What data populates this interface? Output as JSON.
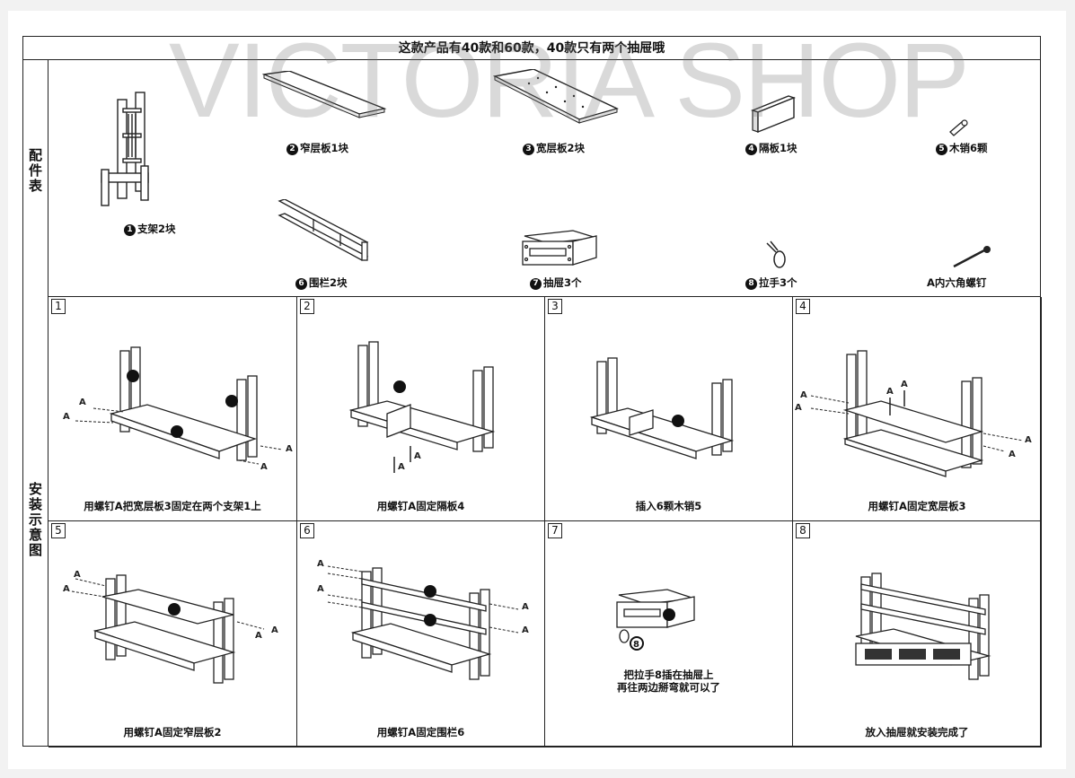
{
  "title": "这款产品有40款和60款，40款只有两个抽屉哦",
  "sections": {
    "parts": [
      "配",
      "件",
      "表"
    ],
    "assembly": [
      "安",
      "装",
      "示",
      "意",
      "图"
    ]
  },
  "parts": [
    {
      "num": "1",
      "label": "支架2块"
    },
    {
      "num": "2",
      "label": "窄层板1块"
    },
    {
      "num": "3",
      "label": "宽层板2块"
    },
    {
      "num": "4",
      "label": "隔板1块"
    },
    {
      "num": "5",
      "label": "木销6颗"
    },
    {
      "num": "6",
      "label": "围栏2块"
    },
    {
      "num": "7",
      "label": "抽屉3个"
    },
    {
      "num": "8",
      "label": "拉手3个"
    },
    {
      "num": "",
      "label": "A内六角螺钉"
    }
  ],
  "steps": [
    {
      "num": "1",
      "caption": "用螺钉A把宽层板3固定在两个支架1上"
    },
    {
      "num": "2",
      "caption": "用螺钉A固定隔板4"
    },
    {
      "num": "3",
      "caption": "插入6颗木销5"
    },
    {
      "num": "4",
      "caption": "用螺钉A固定宽层板3"
    },
    {
      "num": "5",
      "caption": "用螺钉A固定窄层板2"
    },
    {
      "num": "6",
      "caption": "用螺钉A固定围栏6"
    },
    {
      "num": "7",
      "caption": "把拉手8插在抽屉上",
      "caption_line2": "再往两边掰弯就可以了"
    },
    {
      "num": "8",
      "caption": "放入抽屉就安装完成了"
    }
  ],
  "watermark": "VICTORIA SHOP"
}
